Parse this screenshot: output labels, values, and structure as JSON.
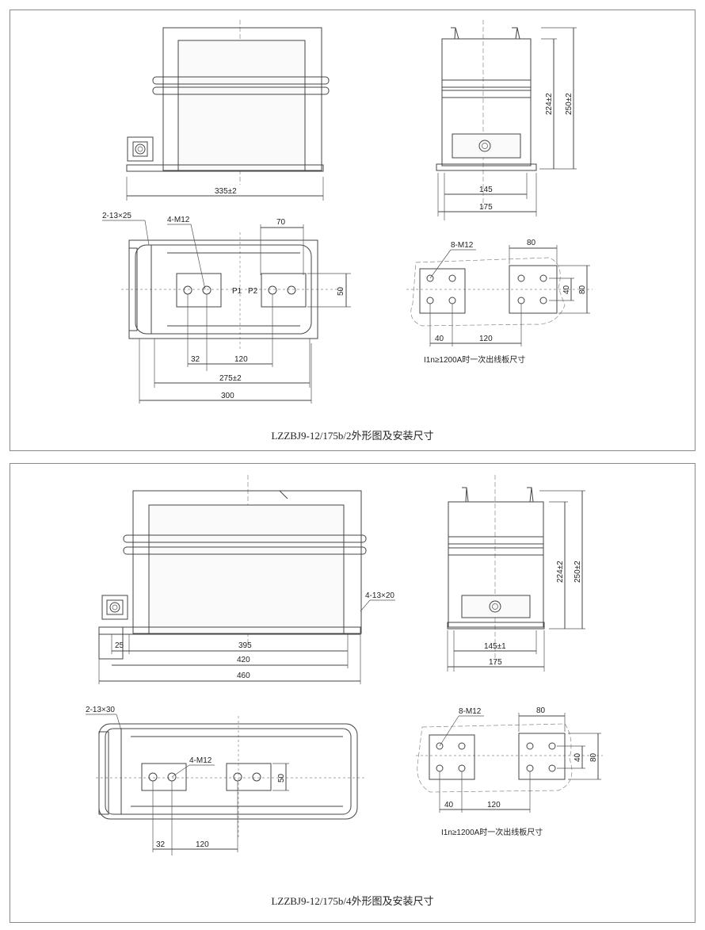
{
  "panels": [
    {
      "caption": "LZZBJ9-12/175b/2外形图及安装尺寸",
      "front": {
        "width_dim": "335±2"
      },
      "side": {
        "h1": "224±2",
        "h2": "250±2",
        "w1": "145",
        "w2": "175"
      },
      "plan": {
        "hole_label": "2-13×25",
        "bolt_label": "4-M12",
        "dim_top": "70",
        "p1": "P1",
        "p2": "P2",
        "dim_right": "50",
        "dim_a": "32",
        "dim_b": "120",
        "dim_c": "275±2",
        "dim_d": "300"
      },
      "terminal": {
        "bolt_label": "8-M12",
        "dim_top": "80",
        "dim_r1": "40",
        "dim_r2": "80",
        "dim_b1": "40",
        "dim_b2": "120",
        "note": "I1n≥1200A时一次出线板尺寸"
      }
    },
    {
      "caption": "LZZBJ9-12/175b/4外形图及安装尺寸",
      "front": {
        "hole_label": "4-13×20",
        "dim_a": "25",
        "dim_b": "395",
        "dim_c": "420",
        "dim_d": "460"
      },
      "side": {
        "h1": "224±2",
        "h2": "250±2",
        "w1": "145±1",
        "w2": "175"
      },
      "plan": {
        "hole_label": "2-13×30",
        "bolt_label": "4-M12",
        "dim_right": "50",
        "dim_a": "32",
        "dim_b": "120"
      },
      "terminal": {
        "bolt_label": "8-M12",
        "dim_top": "80",
        "dim_r1": "40",
        "dim_r2": "80",
        "dim_b1": "40",
        "dim_b2": "120",
        "note": "I1n≥1200A时一次出线板尺寸"
      }
    }
  ]
}
